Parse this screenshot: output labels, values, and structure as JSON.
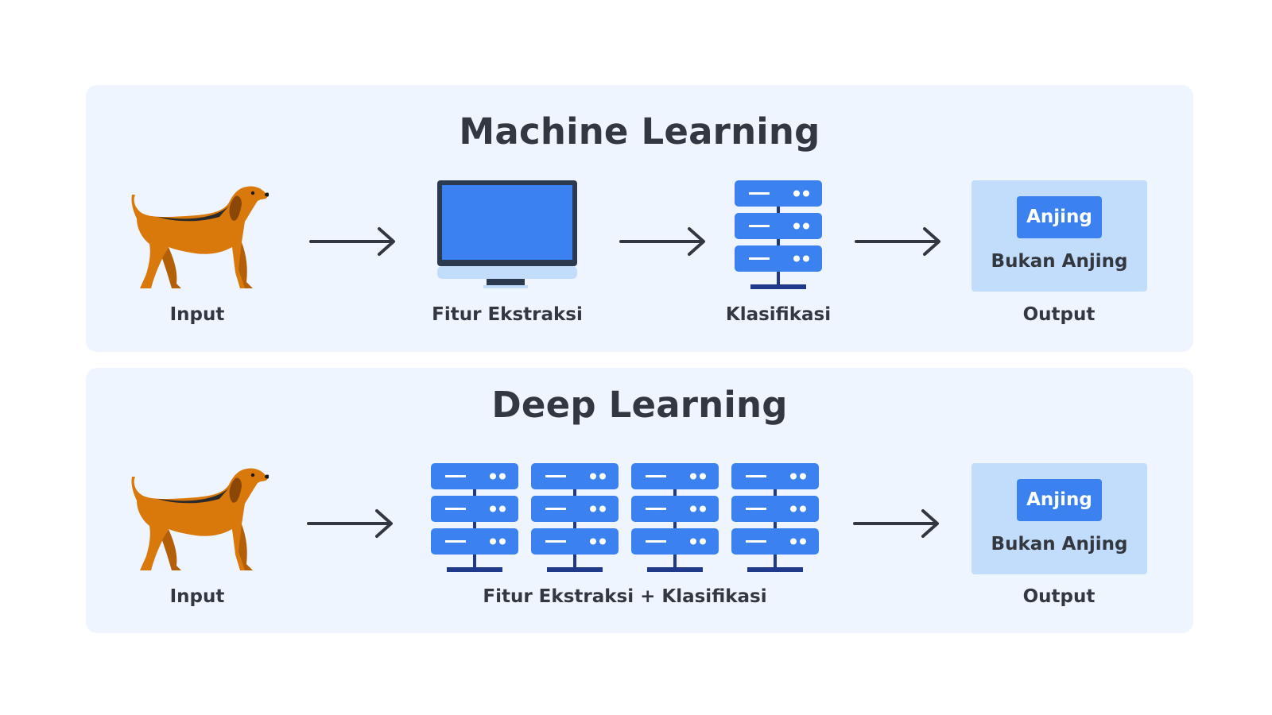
{
  "colors": {
    "panel_background": "#eff5fe",
    "accent_blue": "#3b82f0",
    "server_base": "#1f3a8a",
    "output_box": "#c2dcfb",
    "text_dark": "#333740",
    "dog_body": "#d9790b"
  },
  "machine_learning": {
    "title": "Machine Learning",
    "steps": [
      {
        "label": "Input",
        "icon": "dog-icon"
      },
      {
        "label": "Fitur Ekstraksi",
        "icon": "monitor-icon"
      },
      {
        "label": "Klasifikasi",
        "icon": "server-icon"
      },
      {
        "label": "Output",
        "icon": "output-box"
      }
    ],
    "output": {
      "positive": "Anjing",
      "negative": "Bukan Anjing"
    }
  },
  "deep_learning": {
    "title": "Deep Learning",
    "steps": [
      {
        "label": "Input",
        "icon": "dog-icon"
      },
      {
        "label": "Fitur Ekstraksi + Klasifikasi",
        "icon": "server-icon",
        "server_count": 4
      },
      {
        "label": "Output",
        "icon": "output-box"
      }
    ],
    "output": {
      "positive": "Anjing",
      "negative": "Bukan Anjing"
    }
  }
}
